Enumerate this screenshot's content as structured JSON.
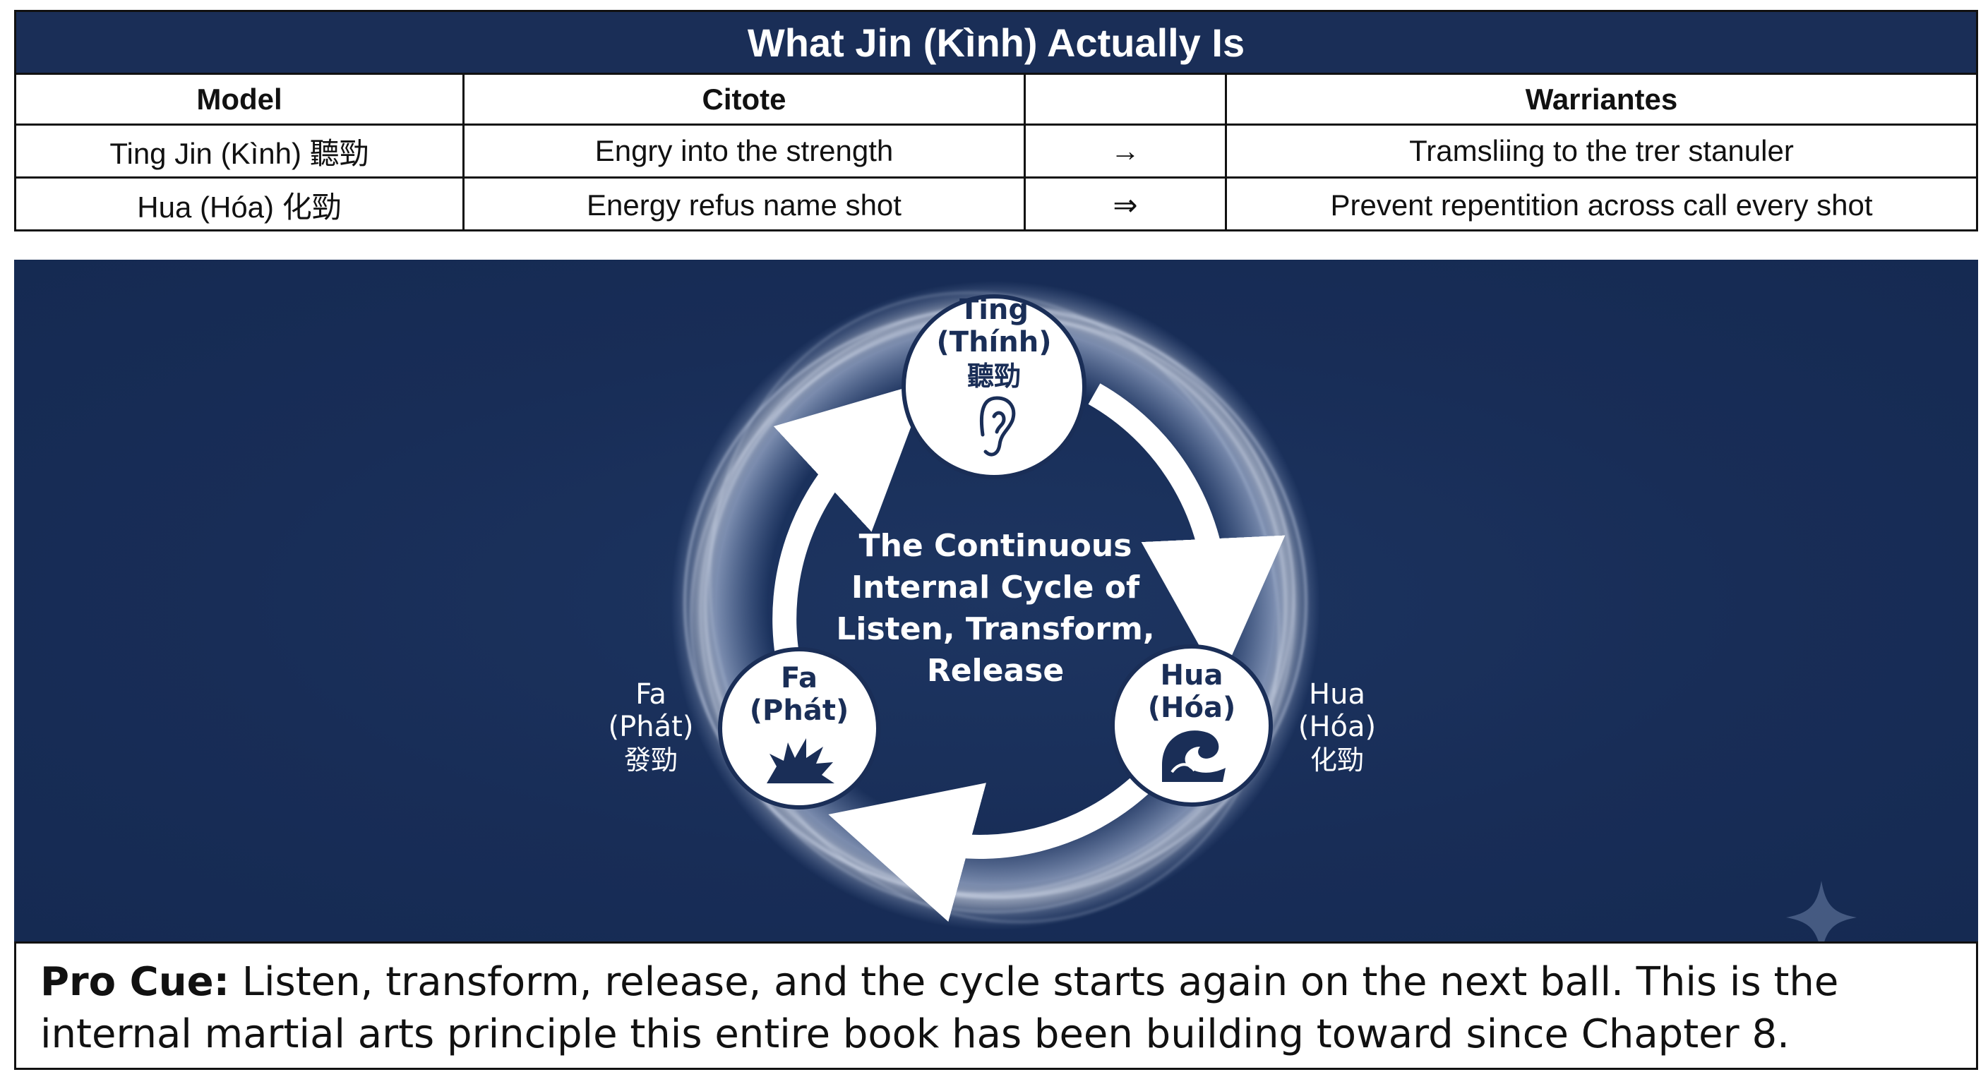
{
  "table": {
    "title": "What Jin (Kình) Actually Is",
    "headers": [
      "Model",
      "Citote",
      "",
      "Warriantes"
    ],
    "rows": [
      [
        "Ting Jin (Kình) 聽勁",
        "Engry into the strength",
        "→",
        "Tramsliing to the trer stanuler"
      ],
      [
        "Hua (Hóa) 化勁",
        "Energy refus name shot",
        "⇒",
        "Prevent repentition across call every shot"
      ]
    ]
  },
  "diagram": {
    "center_lines": [
      "The Continuous",
      "Internal Cycle of",
      "Listen, Transform,",
      "Release"
    ],
    "nodes": {
      "ting": {
        "lines": [
          "Ting",
          "(Thính)",
          "聽勁"
        ],
        "icon": "ear-icon"
      },
      "hua": {
        "lines": [
          "Hua",
          "(Hóa)"
        ],
        "icon": "wave-icon"
      },
      "fa": {
        "lines": [
          "Fa",
          "(Phát)"
        ],
        "icon": "burst-icon"
      }
    },
    "side_labels": {
      "fa": [
        "Fa",
        "(Phát)",
        "發勁"
      ],
      "hua": [
        "Hua",
        "(Hóa)",
        "化勁"
      ]
    },
    "colors": {
      "background": "#182d57",
      "node_text": "#1a2e57",
      "arrow": "#ffffff"
    }
  },
  "pro_cue": {
    "lead": "Pro Cue:",
    "text": " Listen, transform, release, and the cycle starts again on the next ball. This is the internal martial arts principle this entire book has been building toward since Chapter 8."
  }
}
